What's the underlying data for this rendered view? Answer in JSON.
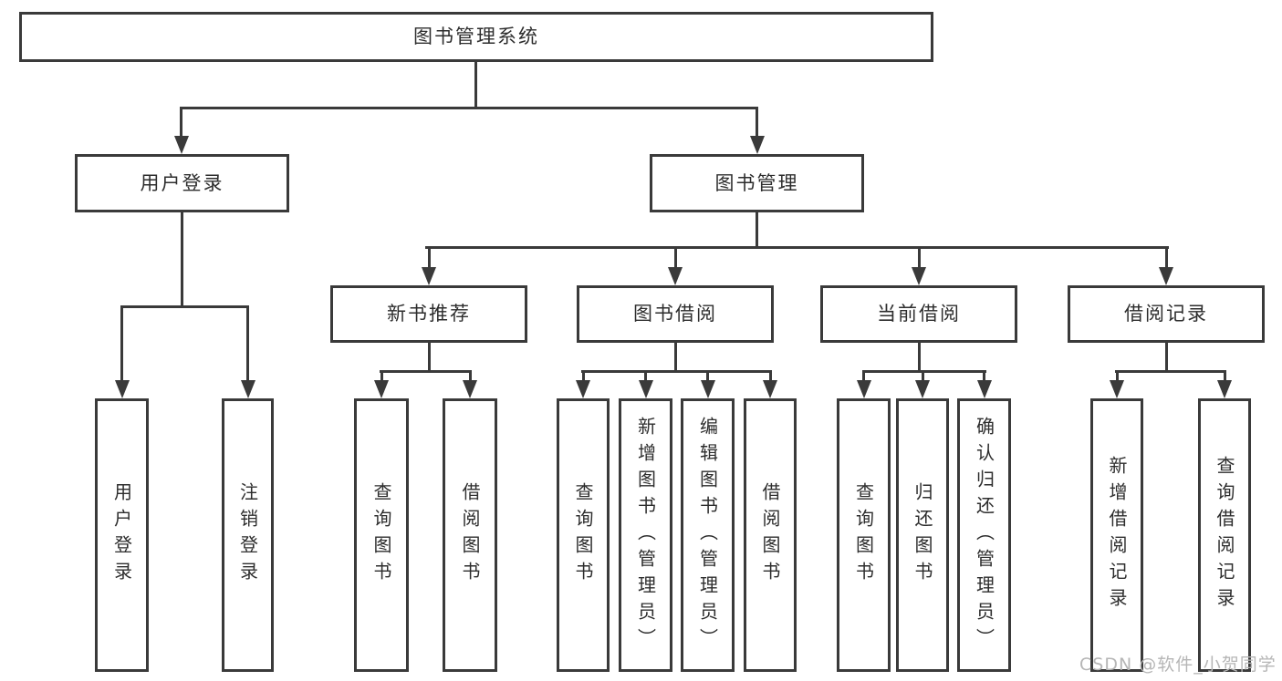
{
  "diagram_title": "图书管理系统",
  "colors": {
    "line": "#3a3a3a",
    "text": "#2d2d2d",
    "background": "#ffffff",
    "watermark": "#b6b6b6"
  },
  "nodes": {
    "root": "图书管理系统",
    "user_login": "用户登录",
    "book_mgmt": "图书管理",
    "new_book_rec": "新书推荐",
    "book_borrow": "图书借阅",
    "current_borrow": "当前借阅",
    "borrow_records": "借阅记录",
    "leaf_user_login": "用户登录",
    "leaf_logout": "注销登录",
    "leaf_query_books_rec": "查询图书",
    "leaf_borrow_books_rec": "借阅图书",
    "leaf_query_books_borrow": "查询图书",
    "leaf_add_books_admin": "新增图书（管理员）",
    "leaf_edit_books_admin": "编辑图书（管理员）",
    "leaf_borrow_books_borrow": "借阅图书",
    "leaf_query_books_current": "查询图书",
    "leaf_return_books": "归还图书",
    "leaf_confirm_return_admin": "确认归还（管理员）",
    "leaf_add_borrow_record": "新增借阅记录",
    "leaf_query_borrow_record": "查询借阅记录"
  },
  "hierarchy": {
    "图书管理系统": {
      "用户登录": [
        "用户登录",
        "注销登录"
      ],
      "图书管理": {
        "新书推荐": [
          "查询图书",
          "借阅图书"
        ],
        "图书借阅": [
          "查询图书",
          "新增图书（管理员）",
          "编辑图书（管理员）",
          "借阅图书"
        ],
        "当前借阅": [
          "查询图书",
          "归还图书",
          "确认归还（管理员）"
        ],
        "借阅记录": [
          "新增借阅记录",
          "查询借阅记录"
        ]
      }
    }
  },
  "watermark": "CSDN @软件_小贺同学"
}
